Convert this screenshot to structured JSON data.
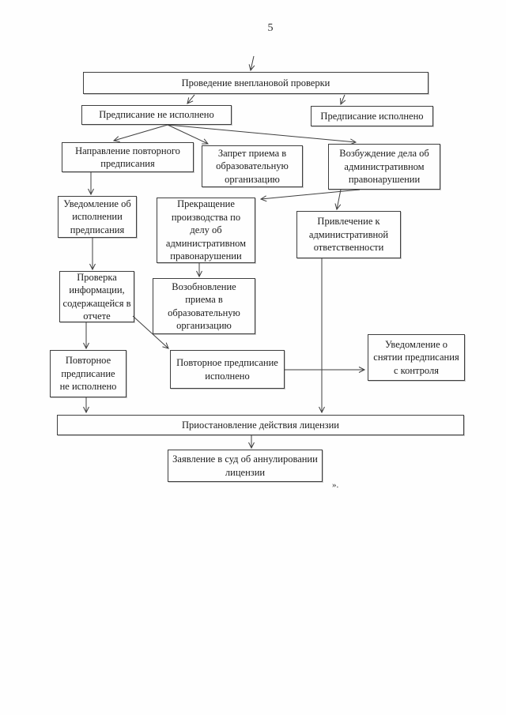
{
  "colors": {
    "ink": "#3f3f3f",
    "text": "#1c1c1c",
    "paper": "#fefefe"
  },
  "page": {
    "number": "5",
    "footer_mark": "»."
  },
  "flowchart": {
    "nodes": {
      "provedenie": "Проведение внеплановой проверки",
      "ne_ispolneno": "Предписание не исполнено",
      "ispolneno": "Предписание исполнено",
      "napravlenie": "Направление повторного\nпредписания",
      "zapret": "Запрет приема в\nобразовательную\nорганизацию",
      "vozbuzhdenie": "Возбуждение дела об\nадминистративном\nправонарушении",
      "uvedomlenie_ob_ispolnenii": "Уведомление об\nисполнении\nпредписания",
      "prekrashchenie": "Прекращение\nпроизводства по\nделу об\nадминистративном\nправонарушении",
      "privlechenie": "Привлечение к\nадминистративной\nответственности",
      "proverka": "Проверка\nинформации,\nсодержащейся в\nотчете",
      "vozobnovlenie": "Возобновление\nприема в\nобразовательную\nорганизацию",
      "povtornoe_ne_ispolneno": "Повторное\nпредписание\nне исполнено",
      "povtornoe_ispolneno": "Повторное предписание\nисполнено",
      "uvedomlenie_o_snyatii": "Уведомление о\nснятии предписания\nс контроля",
      "priostanovlenie": "Приостановление действия лицензии",
      "zayavlenie": "Заявление в суд об аннулировании\nлицензии"
    },
    "edges": [
      {
        "from": null,
        "to": "provedenie"
      },
      {
        "from": "provedenie",
        "to": "ne_ispolneno"
      },
      {
        "from": "provedenie",
        "to": "ispolneno"
      },
      {
        "from": "ne_ispolneno",
        "to": "napravlenie"
      },
      {
        "from": "ne_ispolneno",
        "to": "zapret"
      },
      {
        "from": "ne_ispolneno",
        "to": "vozbuzhdenie"
      },
      {
        "from": "napravlenie",
        "to": "uvedomlenie_ob_ispolnenii"
      },
      {
        "from": "vozbuzhdenie",
        "to": "prekrashchenie"
      },
      {
        "from": "vozbuzhdenie",
        "to": "privlechenie"
      },
      {
        "from": "uvedomlenie_ob_ispolnenii",
        "to": "proverka"
      },
      {
        "from": "prekrashchenie",
        "to": "vozobnovlenie"
      },
      {
        "from": "proverka",
        "to": "povtornoe_ne_ispolneno"
      },
      {
        "from": "proverka",
        "to": "povtornoe_ispolneno"
      },
      {
        "from": "povtornoe_ne_ispolneno",
        "to": "priostanovlenie"
      },
      {
        "from": "povtornoe_ispolneno",
        "to": "uvedomlenie_o_snyatii"
      },
      {
        "from": "privlechenie",
        "to": "priostanovlenie"
      },
      {
        "from": "priostanovlenie",
        "to": "zayavlenie"
      }
    ]
  }
}
